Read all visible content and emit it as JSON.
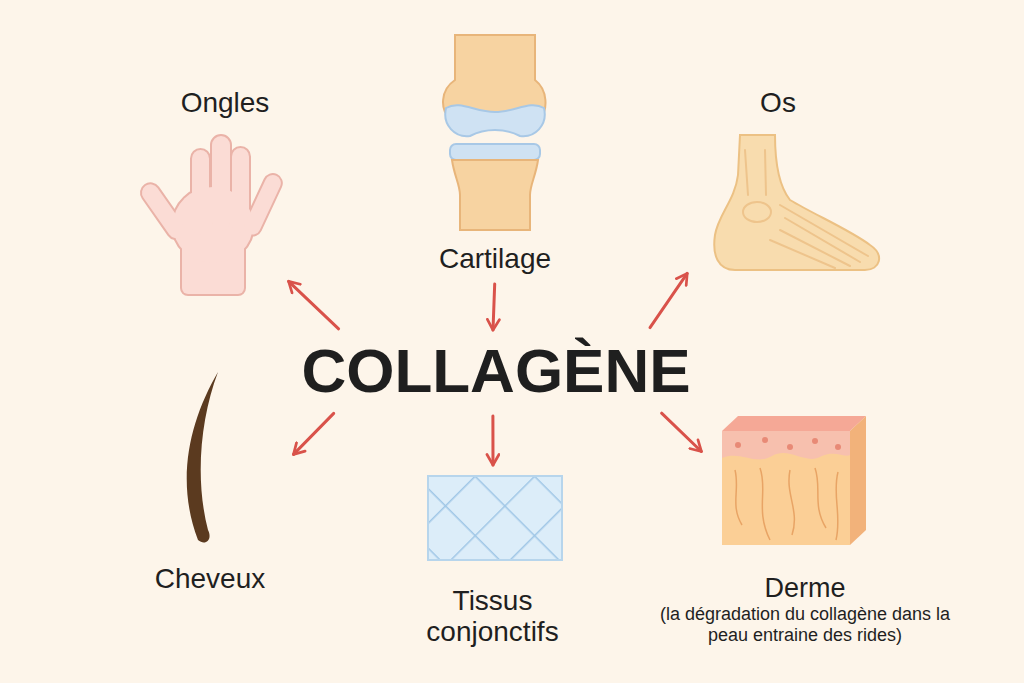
{
  "diagram": {
    "nodes": [
      {
        "text": [
          "Ongles"
        ]
      },
      {
        "text": [
          "Cartilage"
        ]
      },
      {
        "text": [
          "Os"
        ]
      },
      {
        "text": [
          "COLLAGÈNE"
        ]
      },
      {
        "text": [
          "Cheveux"
        ]
      },
      {
        "text": [
          "Tissus conjonctifs"
        ]
      },
      {
        "text": [
          "Derme",
          "(la dégradation du collagène dans la peau entraine des rides)"
        ]
      }
    ],
    "edges": [
      {
        "from": 3,
        "to": 0,
        "arrow": "to"
      },
      {
        "from": 1,
        "to": 3,
        "arrow": "to"
      },
      {
        "from": 3,
        "to": 2,
        "arrow": "to"
      },
      {
        "from": 3,
        "to": 4,
        "arrow": "to"
      },
      {
        "from": 3,
        "to": 5,
        "arrow": "to"
      },
      {
        "from": 3,
        "to": 6,
        "arrow": "to"
      }
    ]
  }
}
